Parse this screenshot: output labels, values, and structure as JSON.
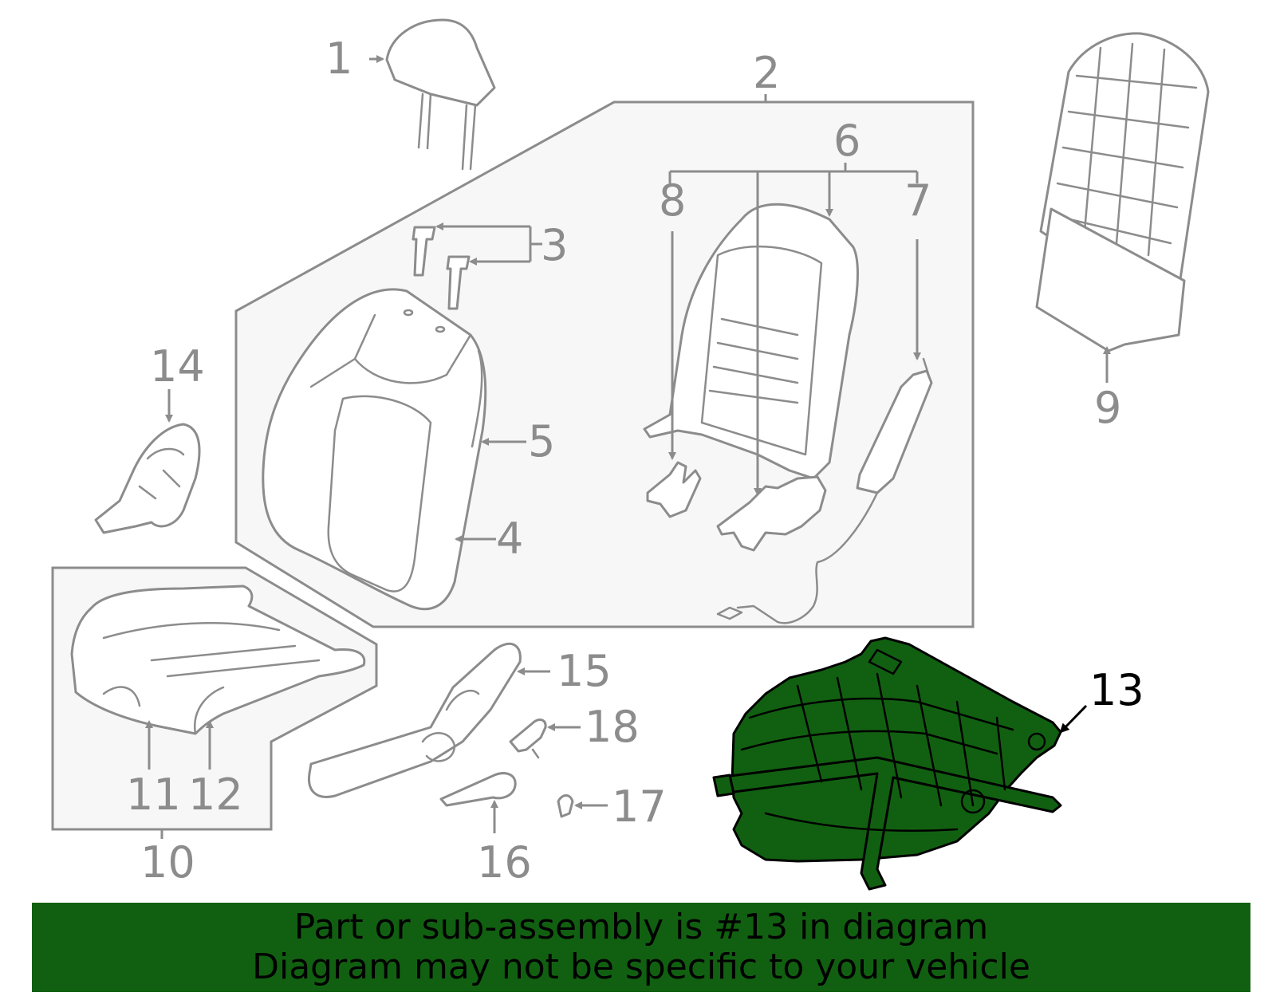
{
  "diagram": {
    "callouts": {
      "c1": "1",
      "c2": "2",
      "c3": "3",
      "c4": "4",
      "c5": "5",
      "c6": "6",
      "c7": "7",
      "c8": "8",
      "c9": "9",
      "c10": "10",
      "c11": "11",
      "c12": "12",
      "c13": "13",
      "c14": "14",
      "c15": "15",
      "c16": "16",
      "c17": "17",
      "c18": "18"
    },
    "highlighted_part": "13",
    "colors": {
      "highlight": "#116011",
      "line": "#8c8c8c",
      "group_fill": "#f7f7f7"
    }
  },
  "banner": {
    "line1": "Part or sub-assembly is #13 in diagram",
    "line2": "Diagram may not be specific to your vehicle"
  }
}
